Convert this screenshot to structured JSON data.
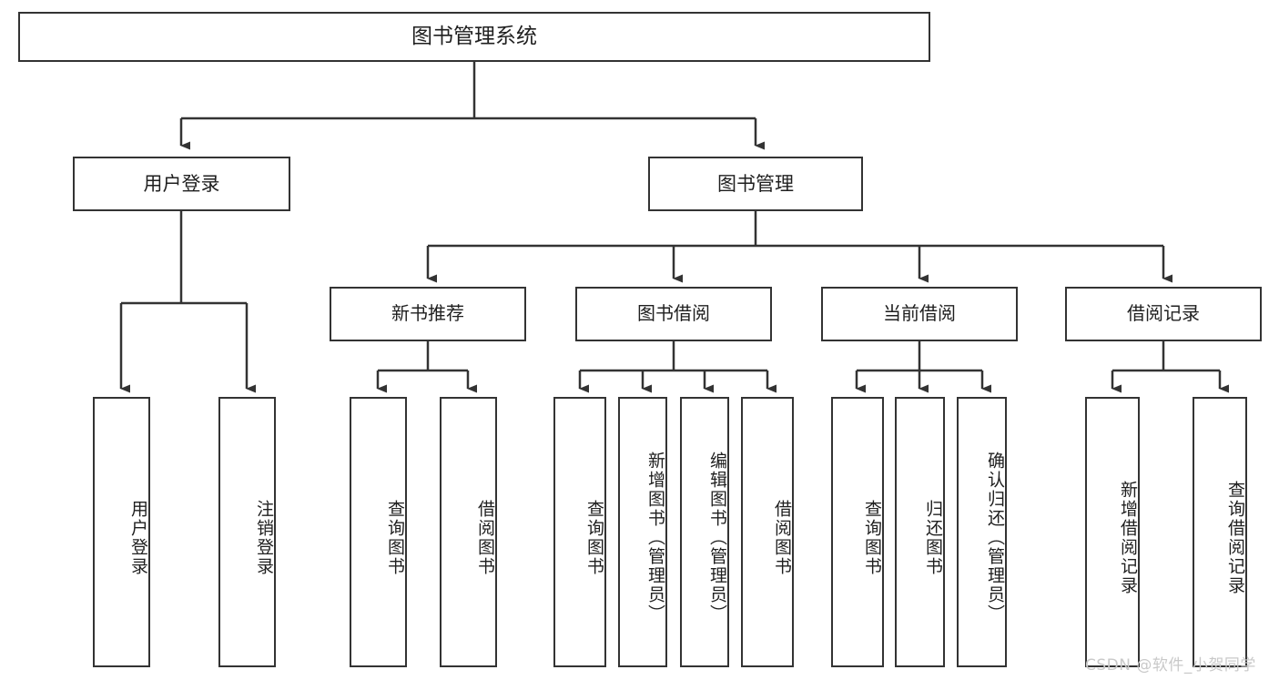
{
  "diagram": {
    "type": "tree",
    "title": "图书管理系统",
    "root": {
      "label": "图书管理系统"
    },
    "level2": [
      {
        "label": "用户登录"
      },
      {
        "label": "图书管理"
      }
    ],
    "level3": [
      {
        "label": "新书推荐"
      },
      {
        "label": "图书借阅"
      },
      {
        "label": "当前借阅"
      },
      {
        "label": "借阅记录"
      }
    ],
    "leaves": {
      "user_login": [
        {
          "label": "用户登录"
        },
        {
          "label": "注销登录"
        }
      ],
      "new_book_recommend": [
        {
          "label": "查询图书"
        },
        {
          "label": "借阅图书"
        }
      ],
      "book_borrow": [
        {
          "label": "查询图书"
        },
        {
          "label": "新增图书（管理员）"
        },
        {
          "label": "编辑图书（管理员）"
        },
        {
          "label": "借阅图书"
        }
      ],
      "current_borrow": [
        {
          "label": "查询图书"
        },
        {
          "label": "归还图书"
        },
        {
          "label": "确认归还（管理员）"
        }
      ],
      "borrow_record": [
        {
          "label": "新增借阅记录"
        },
        {
          "label": "查询借阅记录"
        }
      ]
    }
  },
  "watermark": {
    "text": "CSDN @软件_小贺同学"
  },
  "colors": {
    "stroke": "#333333",
    "fill": "#ffffff",
    "text": "#1f1f1f",
    "watermark": "#c9c9c9"
  }
}
